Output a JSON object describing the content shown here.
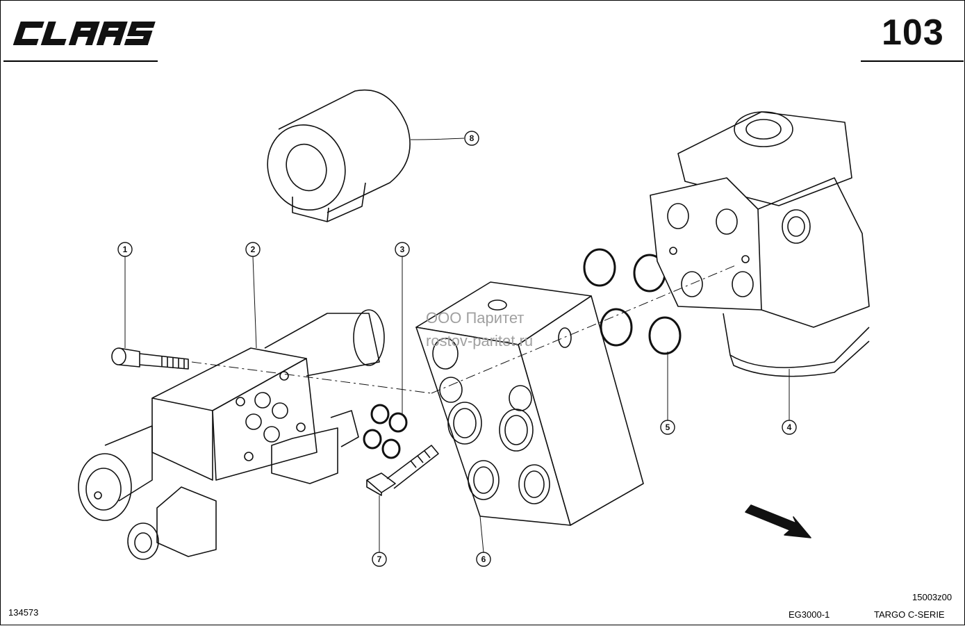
{
  "header": {
    "brand": "CLAAS",
    "page_number": "103"
  },
  "watermark": {
    "line1": "ООО Паритет",
    "line2": "rostov-paritet.ru"
  },
  "callouts": [
    {
      "number": "1"
    },
    {
      "number": "2"
    },
    {
      "number": "3"
    },
    {
      "number": "4"
    },
    {
      "number": "5"
    },
    {
      "number": "6"
    },
    {
      "number": "7"
    },
    {
      "number": "8"
    }
  ],
  "footer": {
    "drawing_id": "134573",
    "group_code": "EG3000-1",
    "series": "TARGO C-SERIE",
    "figure_ref": "15003z00"
  }
}
